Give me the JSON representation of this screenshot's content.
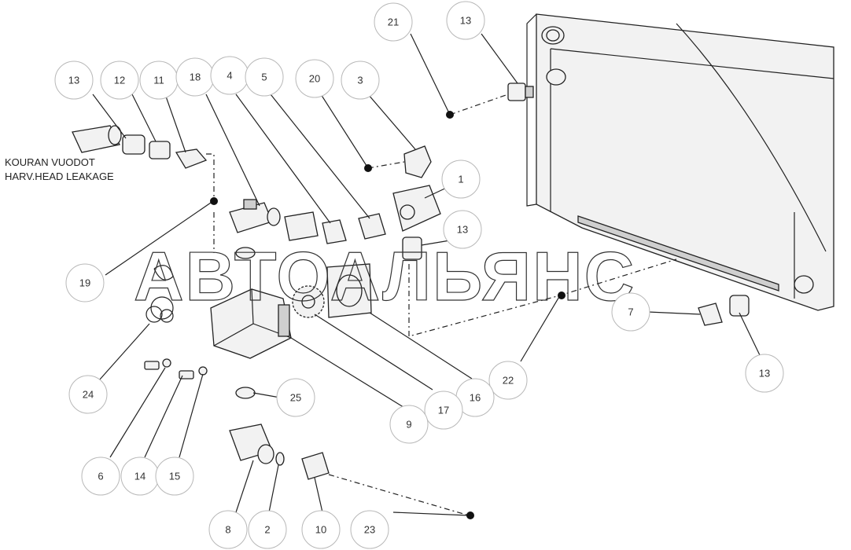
{
  "notes": {
    "line1": "KOURAN VUODOT",
    "line2": "HARV.HEAD LEAKAGE"
  },
  "watermark": "АВТОАЛЬЯНС",
  "callouts": {
    "c21": "21",
    "c13a": "13",
    "c13b": "13",
    "c12": "12",
    "c11": "11",
    "c18": "18",
    "c4": "4",
    "c5": "5",
    "c20": "20",
    "c3": "3",
    "c1": "1",
    "c13c": "13",
    "c19": "19",
    "c7": "7",
    "c13d": "13",
    "c22": "22",
    "c24": "24",
    "c25": "25",
    "c16": "16",
    "c17": "17",
    "c9": "9",
    "c6": "6",
    "c14": "14",
    "c15": "15",
    "c8": "8",
    "c2": "2",
    "c10": "10",
    "c23": "23"
  }
}
